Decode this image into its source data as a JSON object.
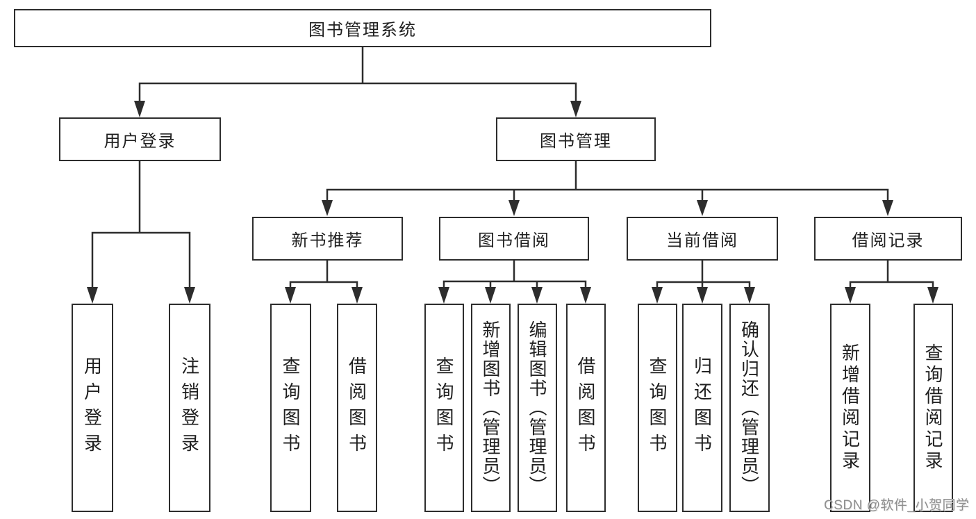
{
  "title": "图书管理系统",
  "watermark": "CSDN @软件_小贺同学",
  "colors": {
    "background": "#ffffff",
    "line": "#2d2d2d",
    "box_border": "#2d2d2d",
    "text": "#1f1f1f",
    "watermark_text": "#8f8f8f"
  },
  "tree": {
    "label": "图书管理系统",
    "children": [
      {
        "label": "用户登录",
        "children": [
          {
            "label": "用户登录"
          },
          {
            "label": "注销登录"
          }
        ]
      },
      {
        "label": "图书管理",
        "children": [
          {
            "label": "新书推荐",
            "children": [
              {
                "label": "查询图书"
              },
              {
                "label": "借阅图书"
              }
            ]
          },
          {
            "label": "图书借阅",
            "children": [
              {
                "label": "查询图书"
              },
              {
                "label": "新增图书（管理员）"
              },
              {
                "label": "编辑图书（管理员）"
              },
              {
                "label": "借阅图书"
              }
            ]
          },
          {
            "label": "当前借阅",
            "children": [
              {
                "label": "查询图书"
              },
              {
                "label": "归还图书"
              },
              {
                "label": "确认归还（管理员）"
              }
            ]
          },
          {
            "label": "借阅记录",
            "children": [
              {
                "label": "新增借阅记录"
              },
              {
                "label": "查询借阅记录"
              }
            ]
          }
        ]
      }
    ]
  }
}
